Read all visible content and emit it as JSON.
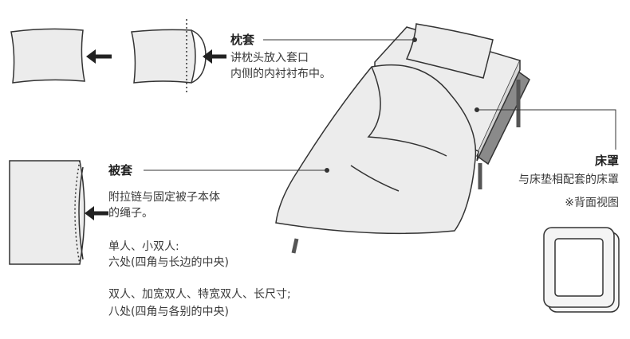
{
  "pillowcase": {
    "title": "枕套",
    "desc_line1": "讲枕头放入套口",
    "desc_line2": "内侧的内衬衬布中。"
  },
  "duvet_cover": {
    "title": "被套",
    "desc_line1": "附拉链与固定被子本体",
    "desc_line2": "的绳子。",
    "single_line1": "单人、小双人:",
    "single_line2": "六处(四角与长边的中央)",
    "double_line1": "双人、加宽双人、特宽双人、长尺寸;",
    "double_line2": "八处(四角与各别的中央)"
  },
  "bed_sheet": {
    "title": "床罩",
    "desc": "与床垫相配套的床罩",
    "back_view": "※背面视图"
  }
}
